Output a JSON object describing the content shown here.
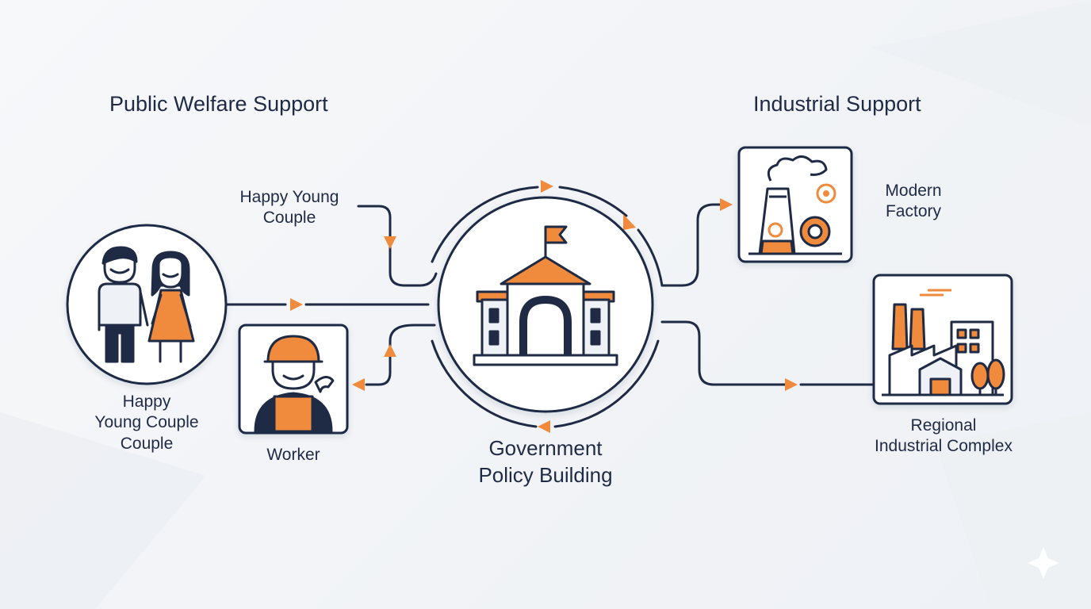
{
  "headings": {
    "left": "Public Welfare Support",
    "right": "Industrial Support"
  },
  "nodes": {
    "couple_top_label": "Happy Young\nCouple",
    "couple_label": "Happy\nYoung Couple\nCouple",
    "worker_label": "Worker",
    "government_label": "Government\nPolicy Building",
    "factory_label": "Modern\nFactory",
    "complex_label": "Regional\nIndustrial Complex"
  },
  "colors": {
    "line": "#1f2a44",
    "accent": "#f08a3c",
    "accent_light": "#f6b27a",
    "background": "#f4f6f9"
  },
  "icons": {
    "couple": "couple-icon",
    "worker": "worker-icon",
    "government": "government-building-icon",
    "factory": "factory-icon",
    "complex": "industrial-complex-icon"
  }
}
